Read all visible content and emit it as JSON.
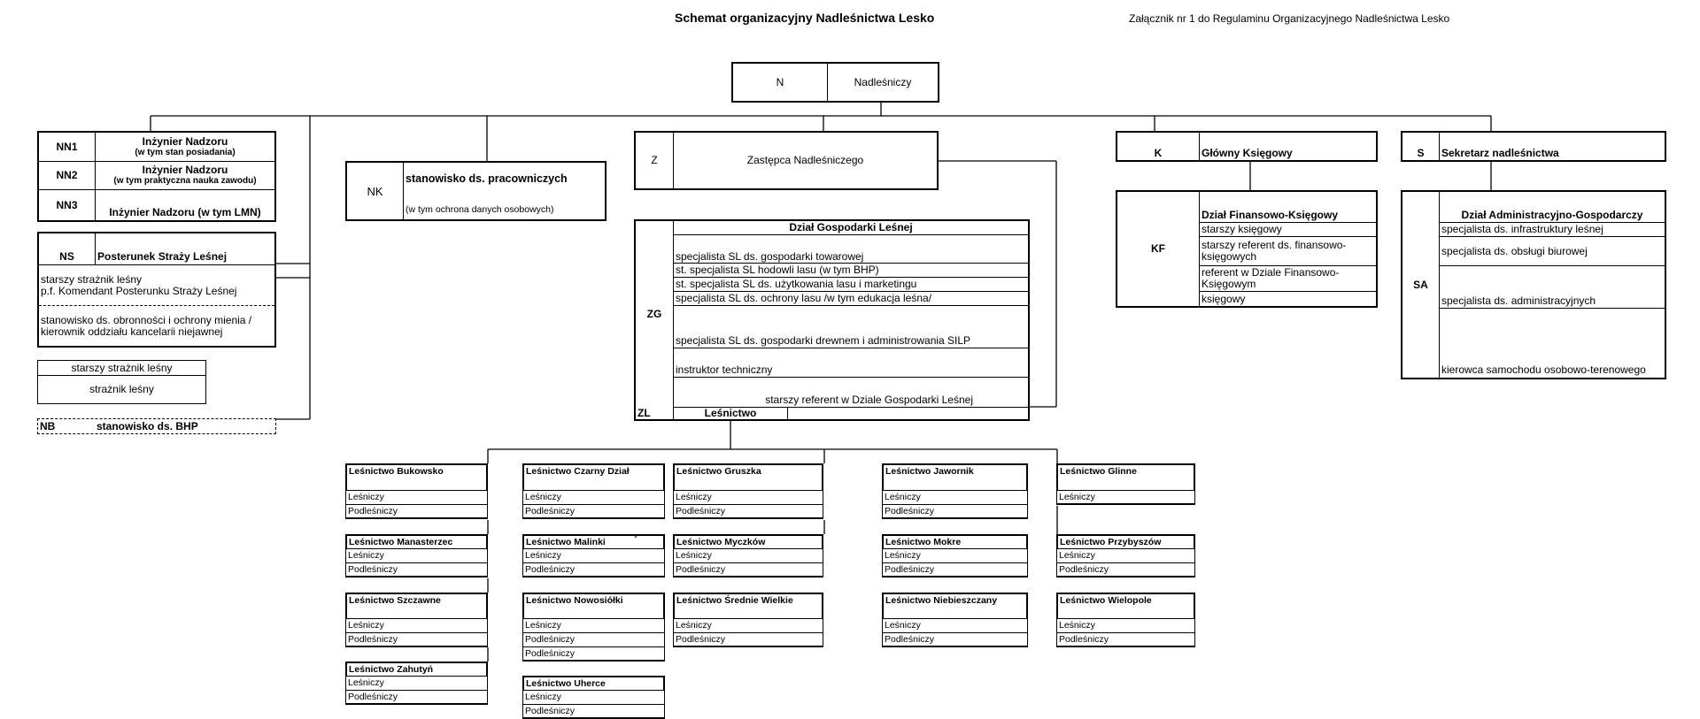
{
  "title": "Schemat organizacyjny Nadleśnictwa Lesko",
  "annex": "Załącznik nr 1 do Regulaminu Organizacyjnego Nadleśnictwa Lesko",
  "n": {
    "code": "N",
    "label": "Nadleśniczy"
  },
  "nn": [
    {
      "code": "NN1",
      "label": "Inżynier Nadzoru",
      "note": "(w tym stan posiadania)"
    },
    {
      "code": "NN2",
      "label": "Inżynier Nadzoru",
      "note": "(w tym praktyczna nauka zawodu)"
    },
    {
      "code": "NN3",
      "label": "Inżynier Nadzoru (w tym LMN)"
    }
  ],
  "ns": {
    "code": "NS",
    "label": "Posterunek Straży Leśnej",
    "rows": [
      "starszy strażnik leśny\np.f. Komendant Posterunku Straży Leśnej",
      "stanowisko ds. obronności i ochrony mienia / kierownik oddziału kancelarii niejawnej"
    ],
    "guards": [
      "starszy strażnik leśny",
      "strażnik leśny"
    ]
  },
  "nb": {
    "code": "NB",
    "label": "stanowisko ds. BHP"
  },
  "nk": {
    "code": "NK",
    "label": "stanowisko ds. pracowniczych",
    "note": "(w tym ochrona danych osobowych)"
  },
  "z": {
    "code": "Z",
    "label": "Zastępca Nadleśniczego"
  },
  "zg": {
    "code": "ZG",
    "label": "Dział Gospodarki Leśnej",
    "rows": [
      "specjalista SL ds. gospodarki towarowej",
      "st. specjalista SL hodowli lasu (w tym BHP)",
      "st. specjalista SL ds. użytkowania lasu i marketingu",
      "specjalista SL ds. ochrony lasu /w tym edukacja leśna/",
      "specjalista SL ds. gospodarki drewnem i administrowania SILP",
      "instruktor techniczny",
      "starszy referent w Dziale Gospodarki Leśnej"
    ]
  },
  "zl": {
    "code": "ZL",
    "label": "Leśnictwo"
  },
  "k": {
    "code": "K",
    "label": "Główny Księgowy"
  },
  "kf": {
    "code": "KF",
    "label": "Dział Finansowo-Księgowy",
    "rows": [
      "starszy księgowy",
      "starszy referent ds. finansowo-księgowych",
      "referent  w Dziale Finansowo-Księgowym",
      "księgowy"
    ]
  },
  "s": {
    "code": "S",
    "label": "Sekretarz nadleśnictwa"
  },
  "sa": {
    "code": "SA",
    "label": "Dział Administracyjno-Gospodarczy",
    "rows": [
      "specjalista ds. infrastruktury leśnej",
      "specjalista ds. obsługi biurowej",
      "specjalista ds. administracyjnych",
      "kierowca samochodu osobowo-terenowego"
    ]
  },
  "forestries": [
    {
      "name": "Leśnictwo Bukowsko",
      "staff": [
        "Leśniczy",
        "Podleśniczy"
      ]
    },
    {
      "name": "Leśnictwo Manasterzec",
      "staff": [
        "Leśniczy",
        "Podleśniczy"
      ]
    },
    {
      "name": "Leśnictwo Szczawne",
      "staff": [
        "Leśniczy",
        "Podleśniczy"
      ]
    },
    {
      "name": "Leśnictwo Zahutyń",
      "staff": [
        "Leśniczy",
        "Podleśniczy"
      ]
    },
    {
      "name": "Leśnictwo Czarny Dział",
      "staff": [
        "Leśniczy",
        "Podleśniczy"
      ]
    },
    {
      "name": "Leśnictwo Malinki",
      "staff": [
        "Leśniczy",
        "Podleśniczy"
      ]
    },
    {
      "name": "Leśnictwo Nowosiółki",
      "staff": [
        "Leśniczy",
        "Podleśniczy",
        "Podleśniczy"
      ]
    },
    {
      "name": "Leśnictwo Uherce",
      "staff": [
        "Leśniczy",
        "Podleśniczy"
      ]
    },
    {
      "name": "Leśnictwo Gruszka",
      "staff": [
        "Leśniczy",
        "Podleśniczy"
      ]
    },
    {
      "name": "Leśnictwo Myczków",
      "staff": [
        "Leśniczy",
        "Podleśniczy"
      ]
    },
    {
      "name": "Leśnictwo Średnie Wielkie",
      "staff": [
        "Leśniczy",
        "Podleśniczy"
      ]
    },
    {
      "name": "Leśnictwo Jawornik",
      "staff": [
        "Leśniczy",
        "Podleśniczy"
      ]
    },
    {
      "name": "Leśnictwo Mokre",
      "staff": [
        "Leśniczy",
        "Podleśniczy"
      ]
    },
    {
      "name": "Leśnictwo Niebieszczany",
      "staff": [
        "Leśniczy",
        "Podleśniczy"
      ]
    },
    {
      "name": "Leśnictwo Glinne",
      "staff": [
        "Leśniczy"
      ]
    },
    {
      "name": "Leśnictwo Przybyszów",
      "staff": [
        "Leśniczy",
        "Podleśniczy"
      ]
    },
    {
      "name": "Leśnictwo Wielopole",
      "staff": [
        "Leśniczy",
        "Podleśniczy"
      ]
    }
  ]
}
